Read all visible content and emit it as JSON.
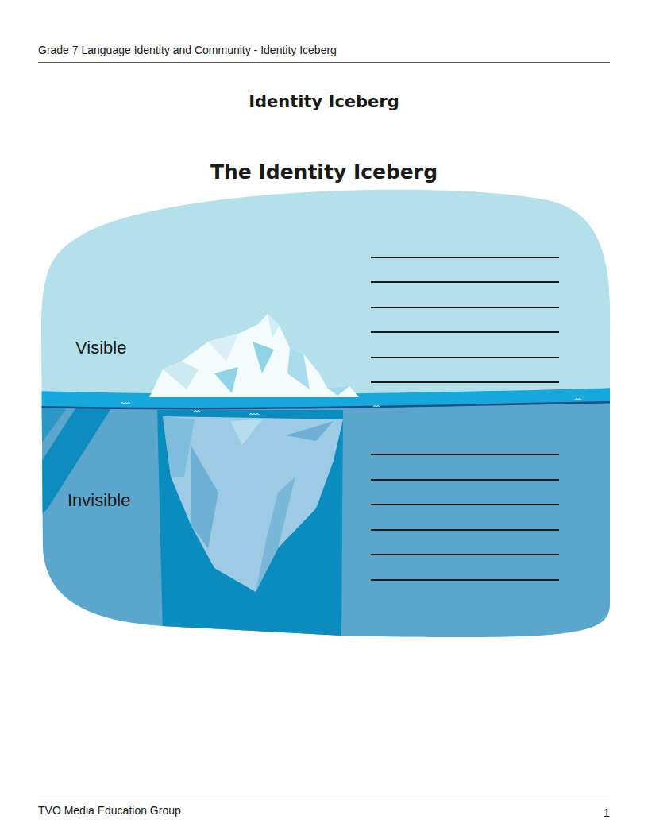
{
  "diagram": {
    "title": "Identity Iceberg",
    "labels": [
      "Grade 7 Language Identity and Community - Identity Iceberg",
      "The Identity Iceberg",
      "Visible",
      "Invisible",
      "TVO Media Education Group",
      "1"
    ]
  }
}
